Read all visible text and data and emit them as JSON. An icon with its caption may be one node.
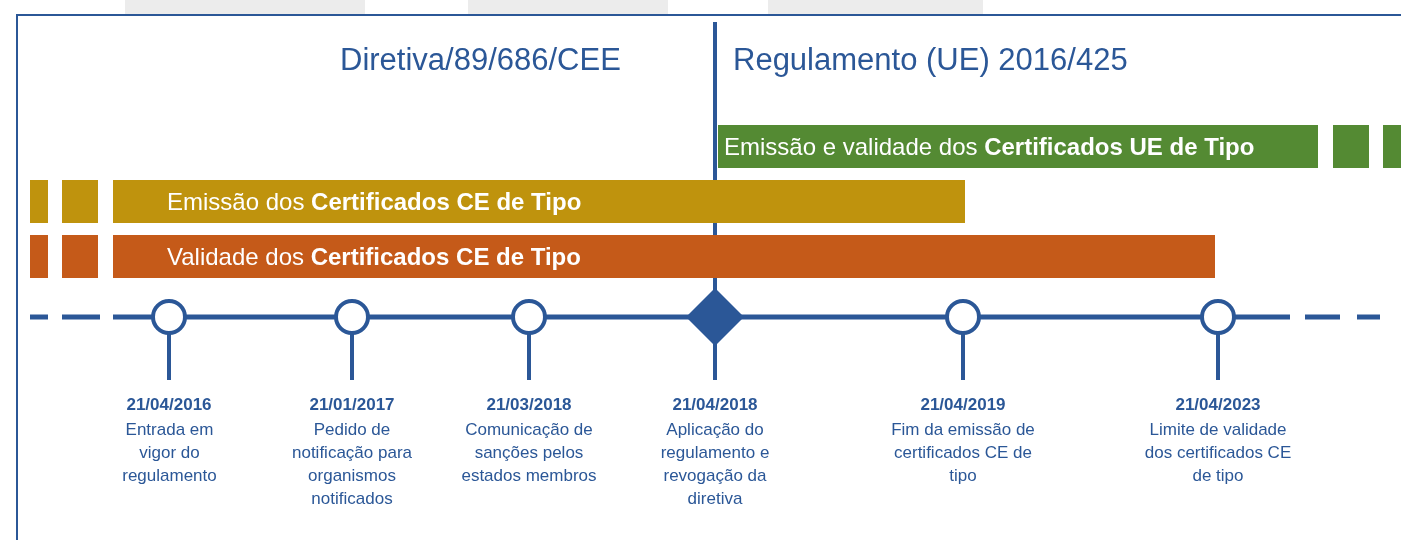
{
  "diagram": {
    "nodes": [
      {
        "text": [
          "Emissão e validade dos **Certificados UE de Tipo**"
        ]
      },
      {
        "text": [
          "Emissão dos **Certificados CE de Tipo**"
        ]
      },
      {
        "text": [
          "Validade dos **Certificados CE de Tipo**"
        ]
      },
      {
        "text": [],
        "shape": "circle",
        "beside": [
          "21/04/2016",
          "Entrada em vigor do regulamento"
        ]
      },
      {
        "text": [],
        "shape": "circle",
        "beside": [
          "21/01/2017",
          "Pedido de notificação para organismos notificados"
        ]
      },
      {
        "text": [],
        "shape": "circle",
        "beside": [
          "21/03/2018",
          "Comunicação de sanções pelos estados membros"
        ]
      },
      {
        "text": [],
        "shape": "diamond",
        "beside": [
          "21/04/2018",
          "Aplicação do regulamento e revogação da diretiva"
        ]
      },
      {
        "text": [],
        "shape": "circle",
        "beside": [
          "21/04/2019",
          "Fim da emissão de certificados CE de tipo"
        ]
      },
      {
        "text": [],
        "shape": "circle",
        "beside": [
          "21/04/2023",
          "Limite de validade dos certificados CE de tipo"
        ]
      }
    ],
    "labels": [
      "Diretiva/89/686/CEE",
      "Regulamento (UE) 2016/425"
    ]
  }
}
